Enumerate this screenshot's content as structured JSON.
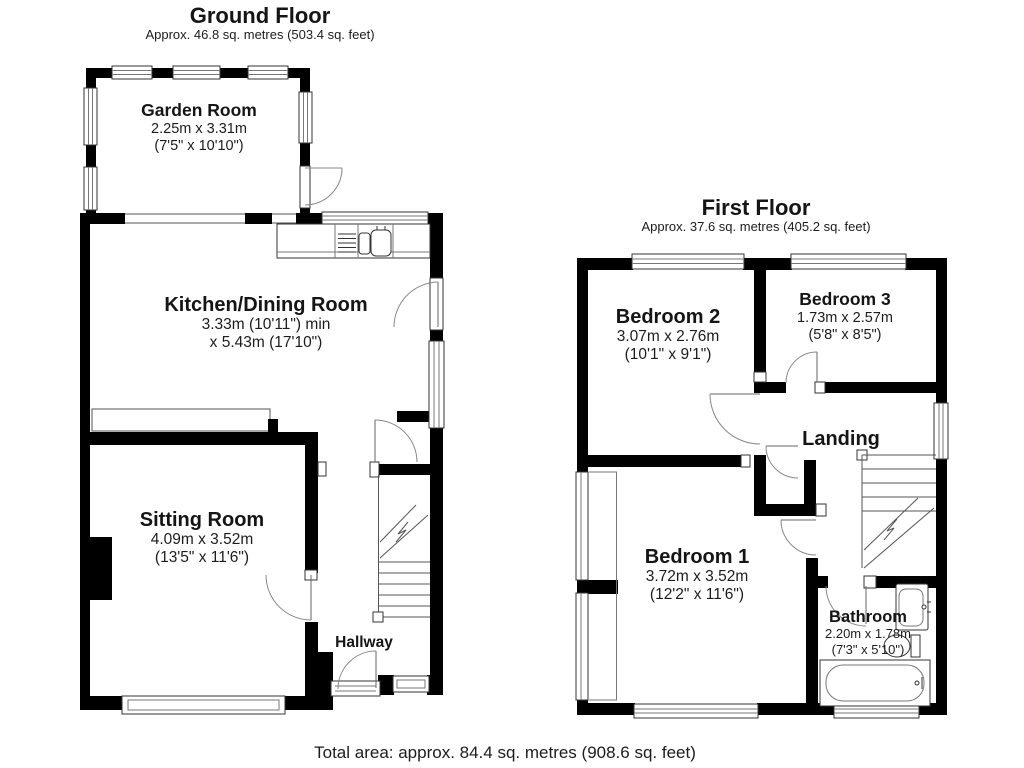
{
  "ground_floor": {
    "title": "Ground Floor",
    "subtitle": "Approx. 46.8 sq. metres (503.4 sq. feet)",
    "rooms": {
      "garden_room": {
        "name": "Garden Room",
        "dims1": "2.25m x 3.31m",
        "dims2": "(7'5\" x 10'10\")"
      },
      "kitchen": {
        "name": "Kitchen/Dining Room",
        "dims1": "3.33m (10'11\") min",
        "dims2": "x 5.43m (17'10\")"
      },
      "sitting_room": {
        "name": "Sitting Room",
        "dims1": "4.09m x 3.52m",
        "dims2": "(13'5\" x 11'6\")"
      },
      "hallway": {
        "name": "Hallway"
      }
    }
  },
  "first_floor": {
    "title": "First Floor",
    "subtitle": "Approx. 37.6 sq. metres (405.2 sq. feet)",
    "rooms": {
      "bedroom2": {
        "name": "Bedroom 2",
        "dims1": "3.07m x 2.76m",
        "dims2": "(10'1\" x 9'1\")"
      },
      "bedroom3": {
        "name": "Bedroom 3",
        "dims1": "1.73m x 2.57m",
        "dims2": "(5'8\" x 8'5\")"
      },
      "landing": {
        "name": "Landing"
      },
      "bedroom1": {
        "name": "Bedroom 1",
        "dims1": "3.72m x 3.52m",
        "dims2": "(12'2\" x 11'6\")"
      },
      "bathroom": {
        "name": "Bathroom",
        "dims1": "2.20m x 1.78m",
        "dims2": "(7'3\" x 5'10\")"
      }
    }
  },
  "footer": {
    "total_area": "Total area: approx. 84.4 sq. metres (908.6 sq. feet)"
  },
  "colors": {
    "wall": "#000000",
    "background": "#ffffff",
    "line": "#555555"
  }
}
